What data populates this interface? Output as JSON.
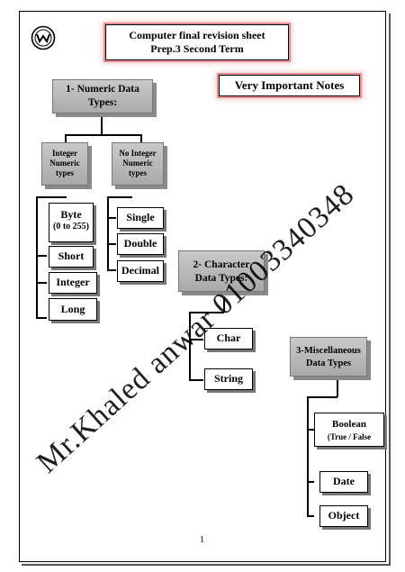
{
  "header": {
    "title_line1": "Computer final revision sheet",
    "title_line2": "Prep.3 Second Term",
    "important_notes": "Very Important Notes"
  },
  "numeric": {
    "heading_line1": "1- Numeric Data",
    "heading_line2": "Types:",
    "integer": {
      "line1": "Integer",
      "line2": "Numeric",
      "line3": "types",
      "items": [
        "Byte",
        "Short",
        "Integer",
        "Long"
      ],
      "byte_range": "(0 to 255)"
    },
    "non_integer": {
      "line1": "No Integer",
      "line2": "Numeric",
      "line3": "types",
      "items": [
        "Single",
        "Double",
        "Decimal"
      ]
    }
  },
  "character": {
    "heading_line1": "2- Character",
    "heading_line2": "Data Types:",
    "items": [
      "Char",
      "String"
    ]
  },
  "misc": {
    "heading_line1": "3-Miscellaneous",
    "heading_line2": "Data Types",
    "items": [
      "Boolean",
      "Date",
      "Object"
    ],
    "boolean_values": "(True / False"
  },
  "watermark": "Mr.Khaled anwar 01003340348",
  "page_number": "1"
}
